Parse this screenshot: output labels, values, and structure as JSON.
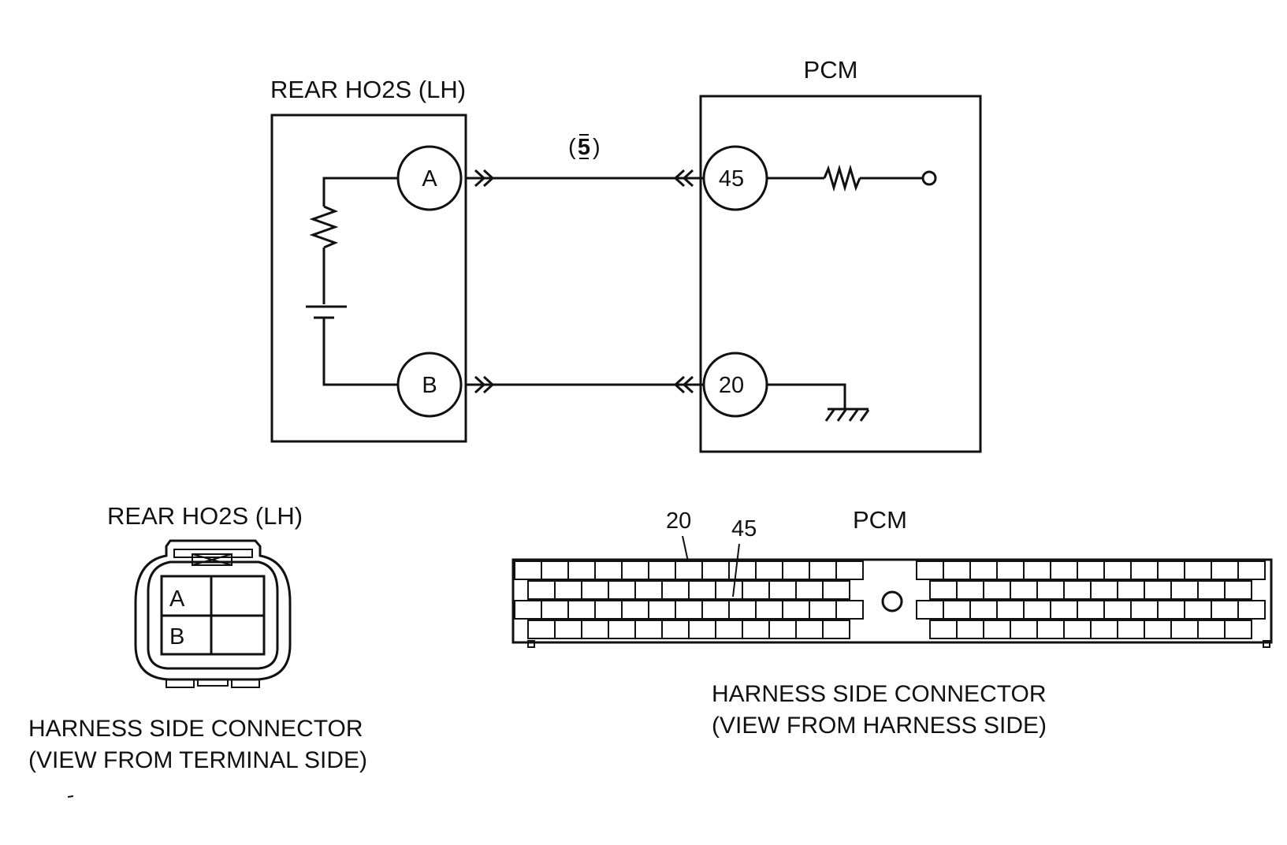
{
  "schematic": {
    "sensor_title": "REAR HO2S (LH)",
    "pcm_title": "PCM",
    "wire_number": "5",
    "sensor_pins": [
      "A",
      "B"
    ],
    "pcm_pins": [
      "45",
      "20"
    ]
  },
  "sensor_connector": {
    "title": "REAR HO2S (LH)",
    "terminals": [
      "A",
      "B"
    ],
    "caption_line1": "HARNESS SIDE CONNECTOR",
    "caption_line2": "(VIEW FROM TERMINAL SIDE)"
  },
  "pcm_connector": {
    "title": "PCM",
    "pin_callouts": [
      "20",
      "45"
    ],
    "caption_line1": "HARNESS SIDE CONNECTOR",
    "caption_line2": "(VIEW FROM HARNESS SIDE)"
  },
  "colors": {
    "ink": "#111111",
    "background": "#ffffff"
  }
}
